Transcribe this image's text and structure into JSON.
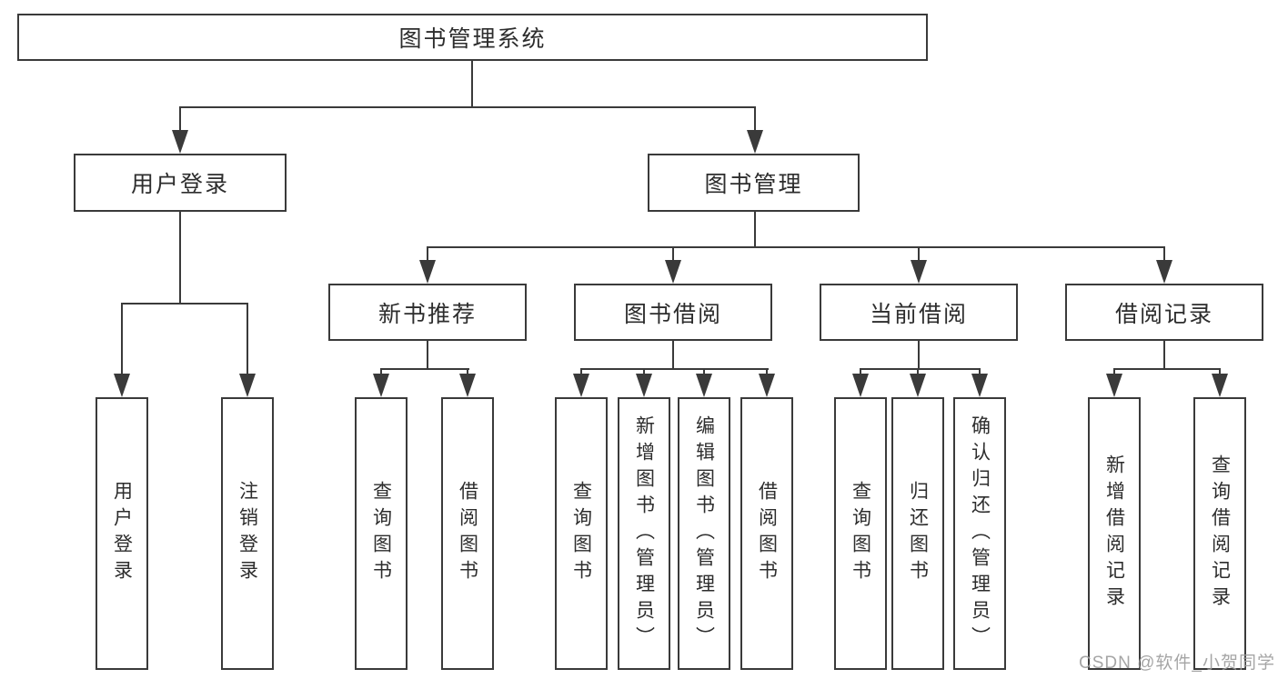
{
  "diagram": {
    "root": "图书管理系统",
    "level2": {
      "user_login": "用户登录",
      "book_management": "图书管理"
    },
    "level3": {
      "new_book_recommend": "新书推荐",
      "book_borrow": "图书借阅",
      "current_borrow": "当前借阅",
      "borrow_record": "借阅记录"
    },
    "leaves": {
      "user_login": "用户登录",
      "logout": "注销登录",
      "nbr_query_book": "查询图书",
      "nbr_borrow_book": "借阅图书",
      "bb_query_book": "查询图书",
      "bb_add_book": "新增图书（管理员）",
      "bb_edit_book": "编辑图书（管理员）",
      "bb_borrow_book": "借阅图书",
      "cb_query_book": "查询图书",
      "cb_return_book": "归还图书",
      "cb_confirm_return": "确认归还（管理员）",
      "br_add_record": "新增借阅记录",
      "br_query_record": "查询借阅记录"
    }
  },
  "watermark": "CSDN @软件_小贺同学",
  "colors": {
    "line": "#3a3a3a",
    "text": "#2d2d2d",
    "background": "#ffffff",
    "watermark": "#9c9c9c"
  }
}
